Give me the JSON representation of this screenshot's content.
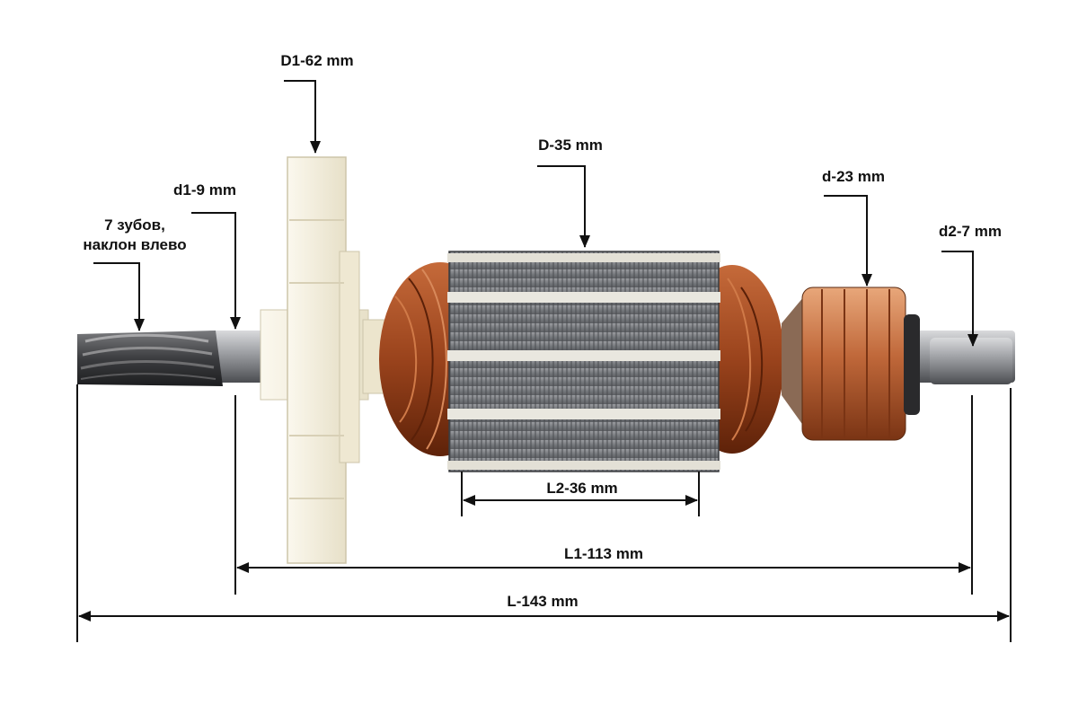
{
  "labels": {
    "teeth_line1": "7 зубов,",
    "teeth_line2": "наклон влево",
    "d1": "d1-9 mm",
    "D1": "D1-62 mm",
    "D": "D-35 mm",
    "d": "d-23 mm",
    "d2": "d2-7 mm",
    "L2": "L2-36 mm",
    "L1": "L1-113 mm",
    "L": "L-143 mm"
  },
  "colors": {
    "line": "#111111",
    "copper": "#a2481f",
    "copper_dark": "#6e2a10",
    "steel": "#8d8f93",
    "steel_dark": "#55585c",
    "fan": "#f3eedc",
    "commutator": "#c9743d"
  }
}
